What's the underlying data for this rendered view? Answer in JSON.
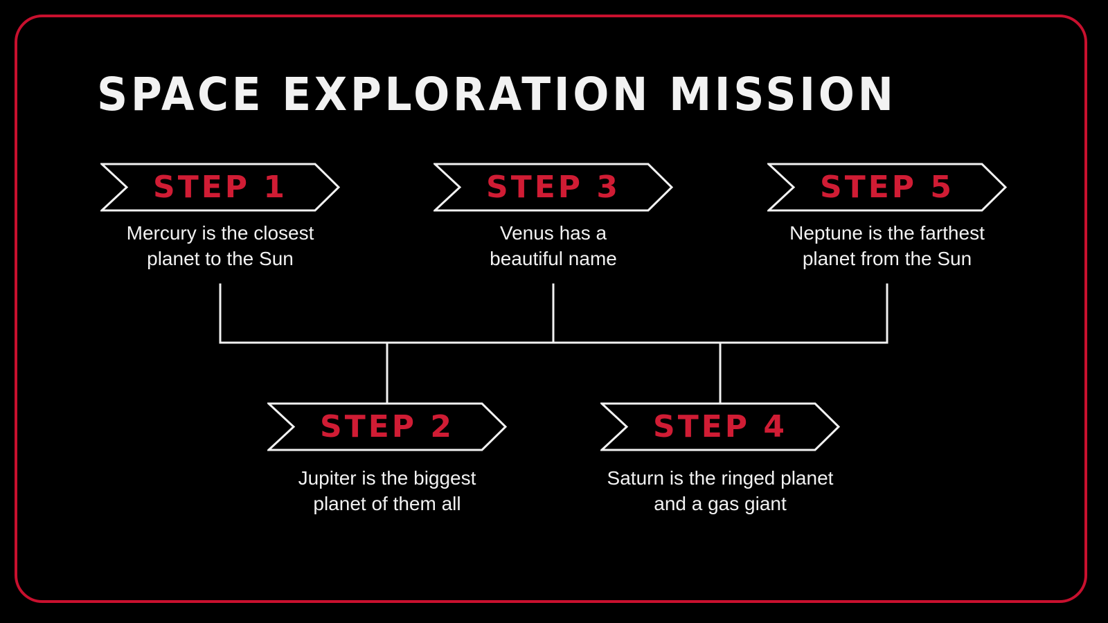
{
  "slide": {
    "title": "SPACE EXPLORATION MISSION",
    "colors": {
      "background": "#000000",
      "frame": "#C8102E",
      "step_label": "#D01C34",
      "text": "#F2F2F2",
      "lines": "#F2F2F2"
    }
  },
  "steps": [
    {
      "label": "STEP 1",
      "description_line1": "Mercury is the closest",
      "description_line2": "planet to the Sun"
    },
    {
      "label": "STEP 2",
      "description_line1": "Jupiter is the biggest",
      "description_line2": "planet of them all"
    },
    {
      "label": "STEP 3",
      "description_line1": "Venus has a",
      "description_line2": "beautiful name"
    },
    {
      "label": "STEP 4",
      "description_line1": "Saturn is the ringed planet",
      "description_line2": "and a gas giant"
    },
    {
      "label": "STEP 5",
      "description_line1": "Neptune is the farthest",
      "description_line2": "planet from the Sun"
    }
  ]
}
